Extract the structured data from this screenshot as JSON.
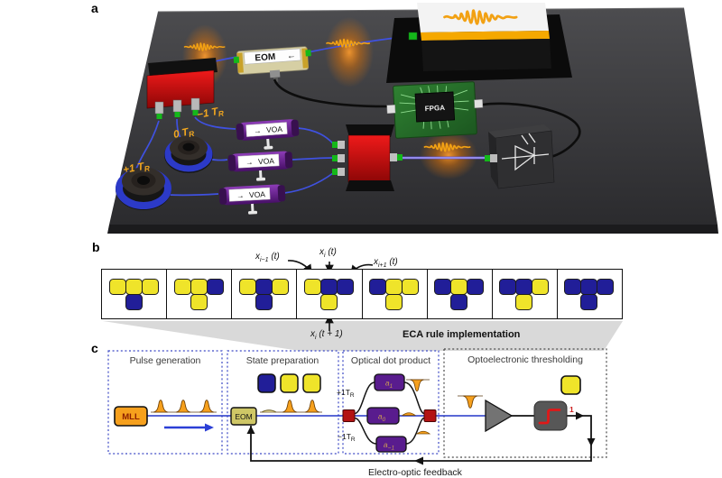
{
  "colors": {
    "yellow": "#efe42a",
    "blue": "#211e98",
    "orange": "#f6a01d",
    "purple": "#591c8e",
    "red": "#b31313",
    "grey_wedge": "#d9d9d9"
  },
  "panel_a": {
    "label": "a",
    "eom": {
      "label": "EOM",
      "arrow": "←"
    },
    "fpga": {
      "label": "FPGA"
    },
    "voas": [
      {
        "arrow": "→",
        "label": "VOA"
      },
      {
        "arrow": "→",
        "label": "VOA"
      },
      {
        "arrow": "→",
        "label": "VOA"
      }
    ],
    "delay_labels": [
      {
        "text": "−1 T",
        "sub": "R"
      },
      {
        "text": "0 T",
        "sub": "R"
      },
      {
        "text": "+1 T",
        "sub": "R"
      }
    ]
  },
  "panel_b": {
    "label": "b",
    "cells": [
      {
        "top": [
          "yellow",
          "yellow",
          "yellow"
        ],
        "bottom": "blue"
      },
      {
        "top": [
          "yellow",
          "yellow",
          "blue"
        ],
        "bottom": "yellow"
      },
      {
        "top": [
          "yellow",
          "blue",
          "yellow"
        ],
        "bottom": "blue"
      },
      {
        "top": [
          "yellow",
          "blue",
          "blue"
        ],
        "bottom": "yellow"
      },
      {
        "top": [
          "blue",
          "yellow",
          "yellow"
        ],
        "bottom": "yellow"
      },
      {
        "top": [
          "blue",
          "yellow",
          "blue"
        ],
        "bottom": "blue"
      },
      {
        "top": [
          "blue",
          "blue",
          "yellow"
        ],
        "bottom": "yellow"
      },
      {
        "top": [
          "blue",
          "blue",
          "blue"
        ],
        "bottom": "blue"
      }
    ],
    "annotations": {
      "left": {
        "base": "x",
        "sub": "i−1",
        "arg": " (t)"
      },
      "center": {
        "base": "x",
        "sub": "i",
        "arg": " (t)"
      },
      "right": {
        "base": "x",
        "sub": "i+1",
        "arg": " (t)"
      },
      "below": {
        "base": "x",
        "sub": "i",
        "arg": " (t + 1)"
      }
    },
    "caption": "ECA rule implementation"
  },
  "panel_c": {
    "label": "c",
    "sections": {
      "pulse_generation": "Pulse generation",
      "state_preparation": "State preparation",
      "optical_dot_product": "Optical dot product",
      "optoelectronic_thresholding": "Optoelectronic thresholding"
    },
    "mll_label": "MLL",
    "eom_label": "EOM",
    "weights": [
      {
        "base": "a",
        "sub": "1"
      },
      {
        "base": "a",
        "sub": "0"
      },
      {
        "base": "a",
        "sub": "−1"
      }
    ],
    "delays": [
      {
        "text": "+1T",
        "sub": "R"
      },
      {
        "text": "−1T",
        "sub": "R"
      }
    ],
    "threshold_output": "1",
    "feedback_label": "Electro-optic feedback"
  }
}
